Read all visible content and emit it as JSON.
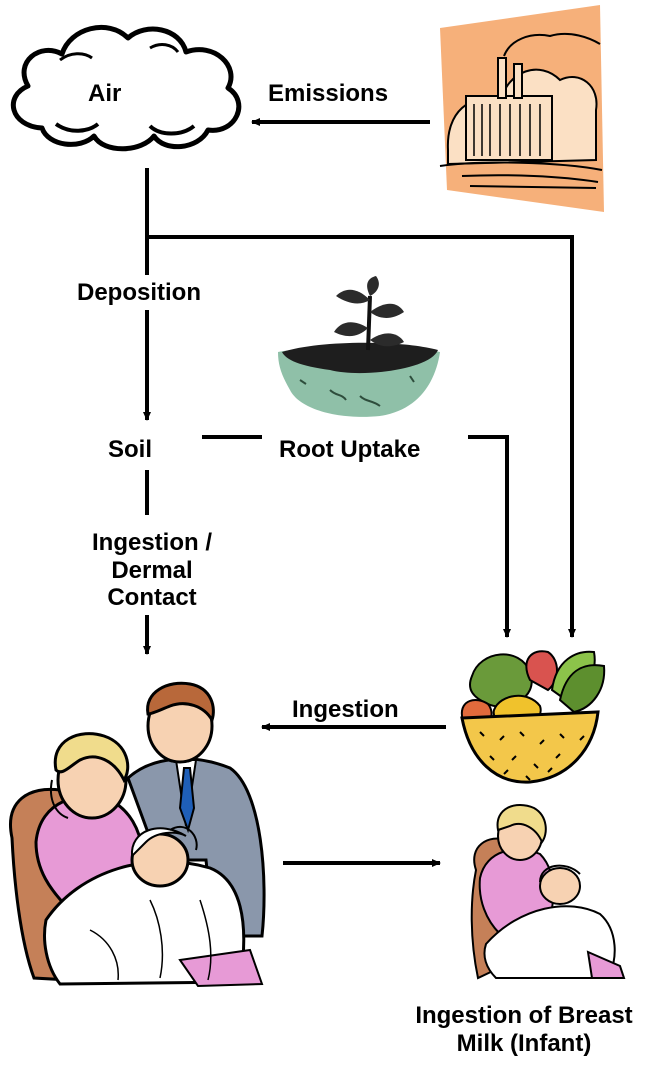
{
  "nodes": {
    "air": "Air",
    "soil": "Soil",
    "breast_milk_line1": "Ingestion of Breast",
    "breast_milk_line2": "Milk (Infant)"
  },
  "edges": {
    "emissions": "Emissions",
    "deposition": "Deposition",
    "root_uptake": "Root Uptake",
    "ingestion_dermal_line1": "Ingestion /",
    "ingestion_dermal_line2": "Dermal",
    "ingestion_dermal_line3": "Contact",
    "ingestion": "Ingestion"
  },
  "illustrations": [
    "cloud",
    "factory",
    "plant-in-soil",
    "fruit-basket",
    "family",
    "mother-nursing-infant"
  ],
  "colors": {
    "line": "#000000",
    "factory_bg": "#f6b07a",
    "soil": "#8fc0a8",
    "basket": "#f3c74a",
    "mother_dress": "#e79ad6",
    "father_suit": "#8a97ab",
    "tie": "#1f5fb8",
    "hair_blonde": "#f0dc8c",
    "hair_brown": "#b8683a",
    "skin": "#f7d2b2"
  }
}
